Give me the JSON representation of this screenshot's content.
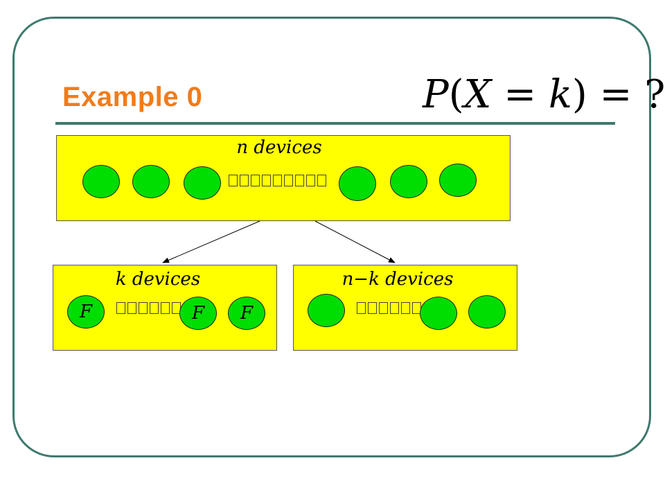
{
  "slide": {
    "title": "Example 0",
    "formula": {
      "p": "P",
      "open": "(",
      "var": "X",
      "eq1": " = ",
      "k": "k",
      "close": ")",
      "eq2": " = ",
      "q": "?"
    }
  },
  "boxes": {
    "top": {
      "label": "n devices",
      "device_count_left": 3,
      "device_count_right": 3
    },
    "left": {
      "label": "k devices",
      "device_mark": "F"
    },
    "right": {
      "label": "n−k devices"
    }
  },
  "colors": {
    "frame": "#3d7a6e",
    "title": "#f07c1c",
    "box_fill": "#ffff00",
    "device_fill": "#00dd00"
  },
  "icons": {
    "device": "circle",
    "placeholder_glyph": "box"
  }
}
